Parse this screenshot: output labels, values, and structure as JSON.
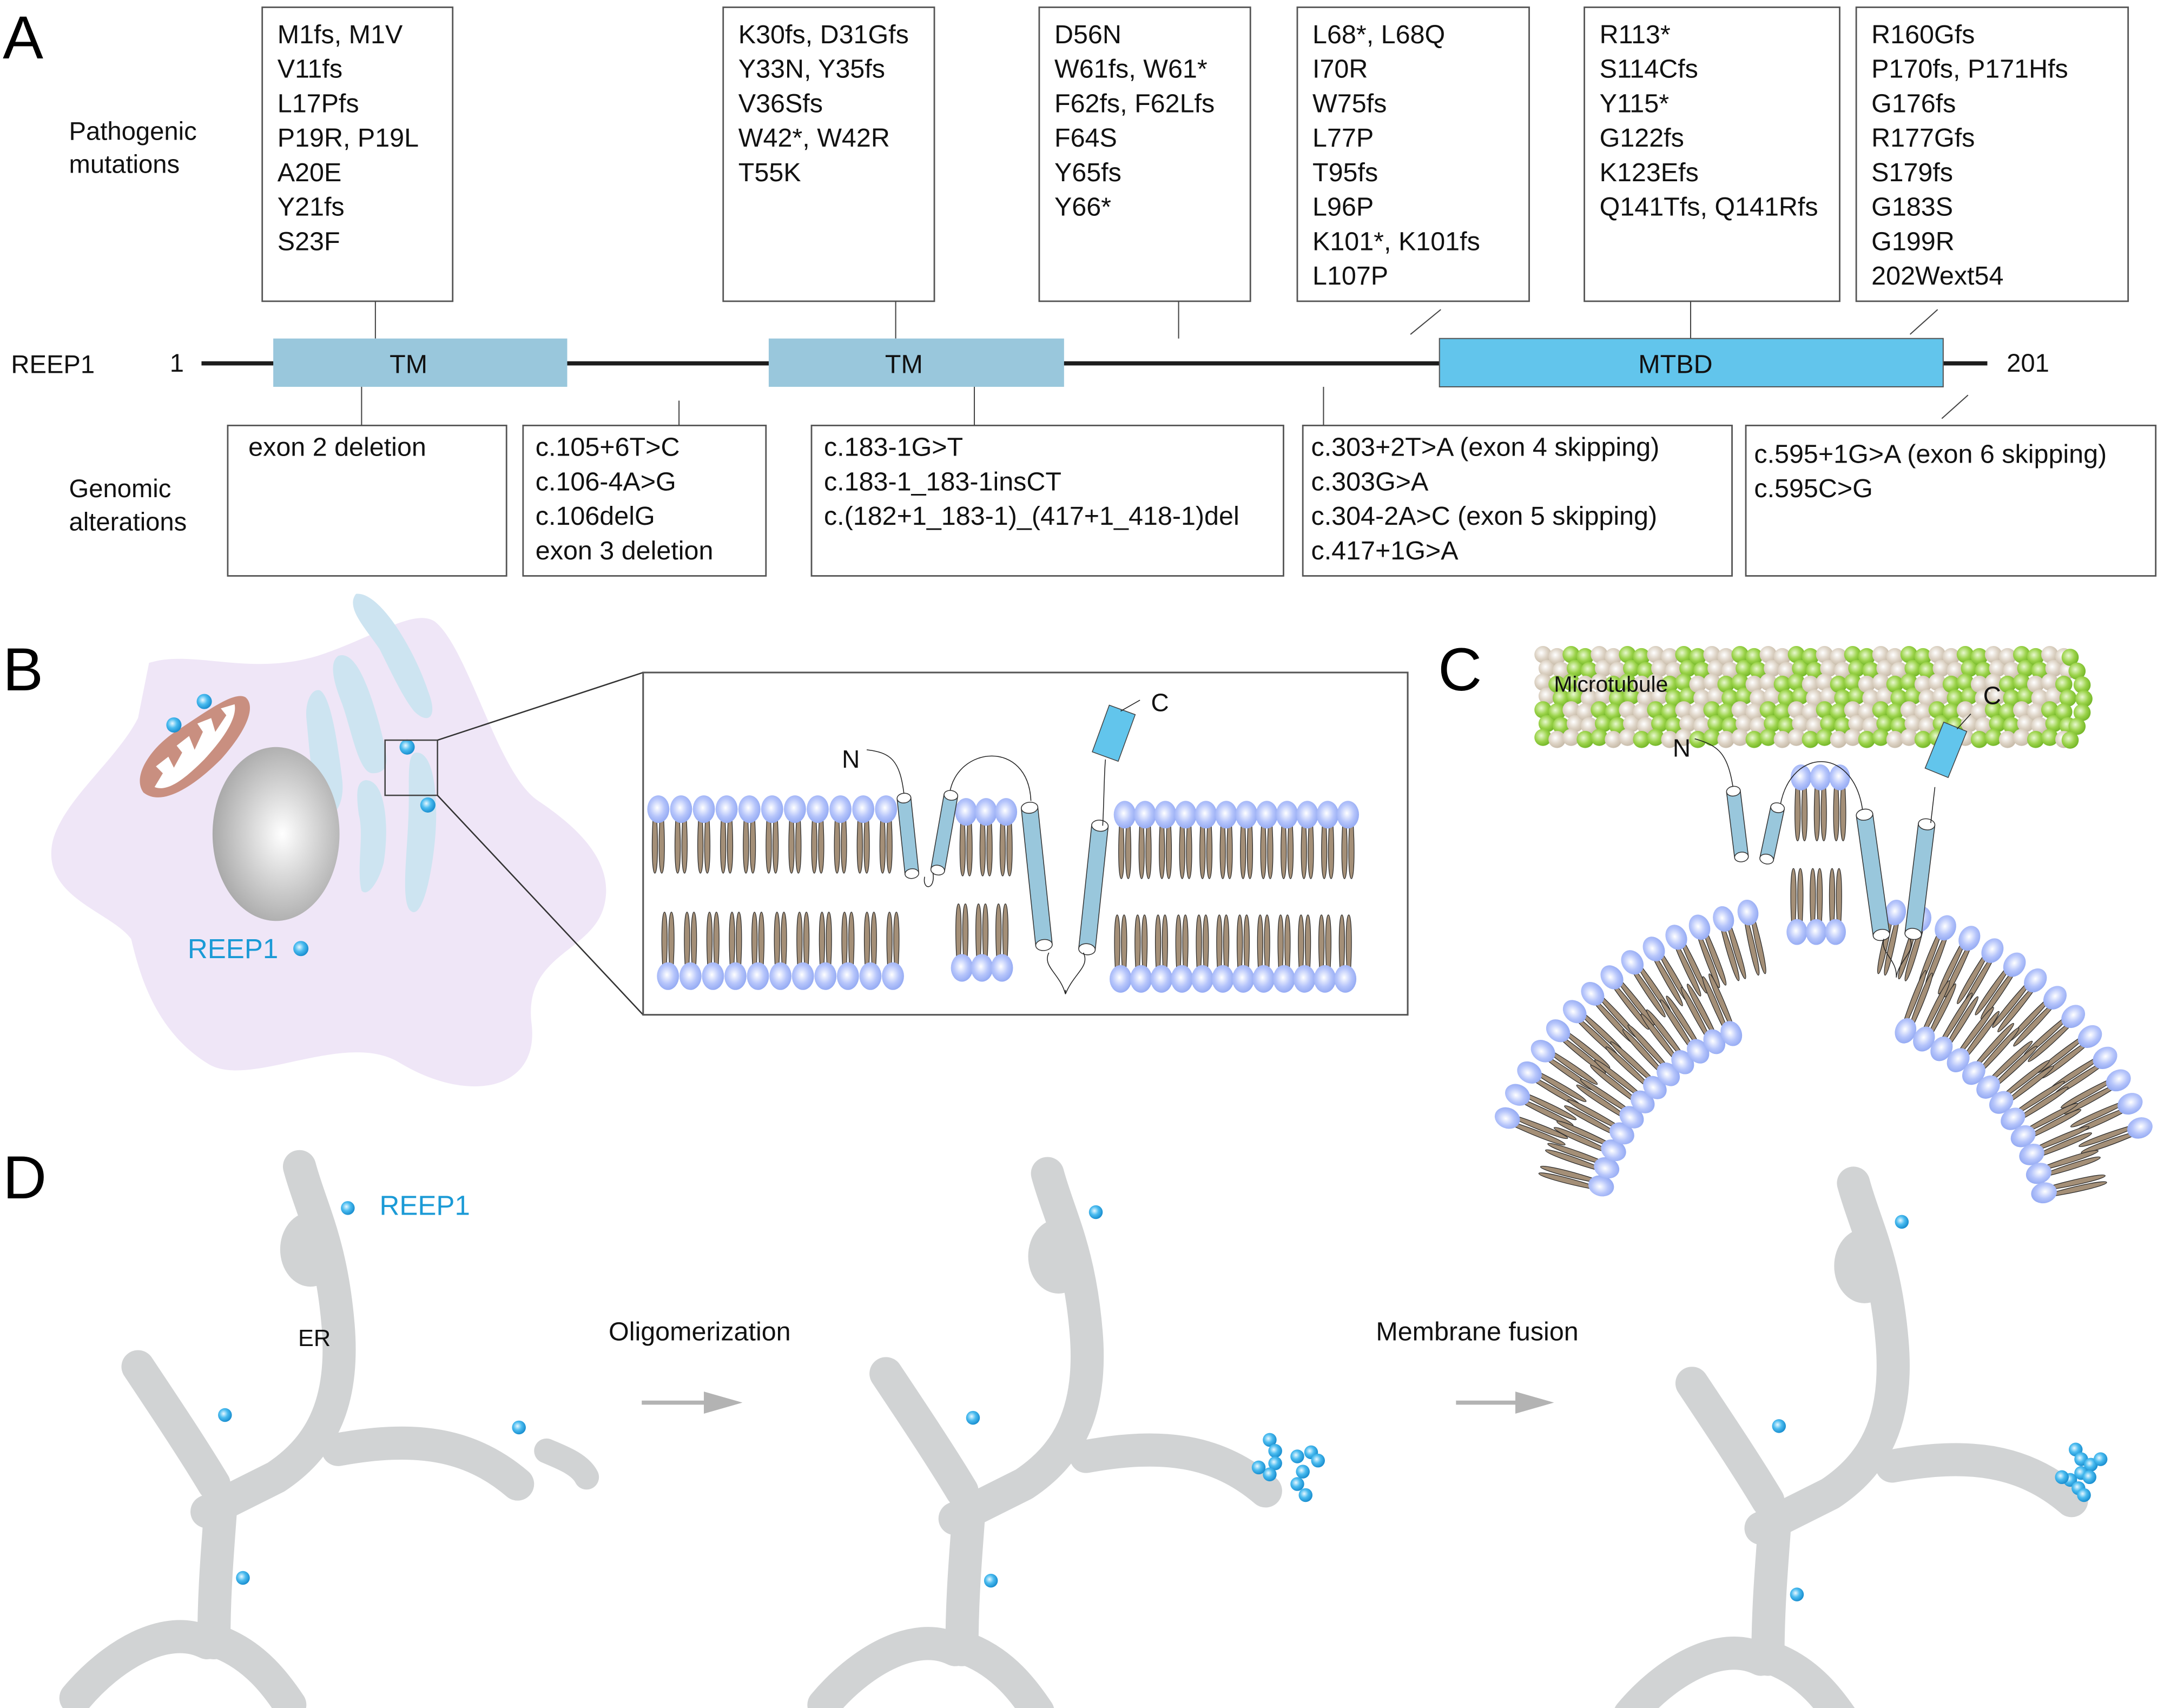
{
  "figure": {
    "panels": [
      "A",
      "B",
      "C",
      "D"
    ]
  },
  "panel_a": {
    "label": "A",
    "protein_name": "REEP1",
    "start_residue": "1",
    "end_residue": "201",
    "row_labels": {
      "mutations_line1": "Pathogenic",
      "mutations_line2": "mutations",
      "genomic_line1": "Genomic",
      "genomic_line2": "alterations"
    },
    "domains": [
      {
        "label": "TM",
        "color": "#99c7dc"
      },
      {
        "label": "TM",
        "color": "#99c7dc"
      },
      {
        "label": "MTBD",
        "color": "#62c5ec"
      }
    ],
    "mutation_boxes": [
      {
        "lines": [
          "M1fs, M1V",
          "V11fs",
          "L17Pfs",
          "P19R, P19L",
          "A20E",
          "Y21fs",
          "S23F"
        ]
      },
      {
        "lines": [
          "K30fs, D31Gfs",
          "Y33N, Y35fs",
          "V36Sfs",
          "W42*, W42R",
          "T55K"
        ]
      },
      {
        "lines": [
          "D56N",
          "W61fs, W61*",
          "F62fs, F62Lfs",
          "F64S",
          "Y65fs",
          "Y66*"
        ]
      },
      {
        "lines": [
          "L68*, L68Q",
          "I70R",
          "W75fs",
          "L77P",
          "T95fs",
          "L96P",
          "K101*, K101fs",
          "L107P"
        ]
      },
      {
        "lines": [
          "R113*",
          "S114Cfs",
          "Y115*",
          "G122fs",
          "K123Efs",
          "Q141Tfs, Q141Rfs"
        ]
      },
      {
        "lines": [
          "R160Gfs",
          "P170fs, P171Hfs",
          "G176fs",
          "R177Gfs",
          "S179fs",
          "G183S",
          "G199R",
          "202Wext54"
        ]
      }
    ],
    "genomic_boxes": [
      {
        "lines": [
          "exon 2 deletion"
        ]
      },
      {
        "lines": [
          "c.105+6T>C",
          "c.106-4A>G",
          "c.106delG",
          "exon 3 deletion"
        ]
      },
      {
        "lines": [
          "c.183-1G>T",
          "c.183-1_183-1insCT",
          "c.(182+1_183-1)_(417+1_418-1)del"
        ]
      },
      {
        "lines": [
          "c.303+2T>A (exon 4 skipping)",
          "c.303G>A",
          "c.304-2A>C (exon 5 skipping)",
          "c.417+1G>A"
        ]
      },
      {
        "lines": [
          "c.595+1G>A (exon 6 skipping)",
          "c.595C>G"
        ]
      }
    ]
  },
  "panel_b": {
    "label": "B",
    "reep1_label": "REEP1",
    "n_terminus": "N",
    "c_terminus": "C",
    "colors": {
      "cytoplasm": "#efe6f7",
      "er": "#cde4f1",
      "mitochondrion": "#c98f80",
      "reep1": "#2aa6e0",
      "lipid_head": "#9fb4f5",
      "lipid_tail": "#a48f77"
    }
  },
  "panel_c": {
    "label": "C",
    "microtubule_label": "Microtubule",
    "n_terminus": "N",
    "c_terminus": "C",
    "colors": {
      "alpha_tubulin": "#d9cfc1",
      "beta_tubulin": "#8fcf3c"
    }
  },
  "panel_d": {
    "label": "D",
    "reep1_label": "REEP1",
    "er_label": "ER",
    "steps": [
      "Oligomerization",
      "Membrane fusion"
    ],
    "colors": {
      "er": "#d1d3d4",
      "arrow": "#b3b3b3",
      "reep1": "#2aa6e0"
    }
  }
}
